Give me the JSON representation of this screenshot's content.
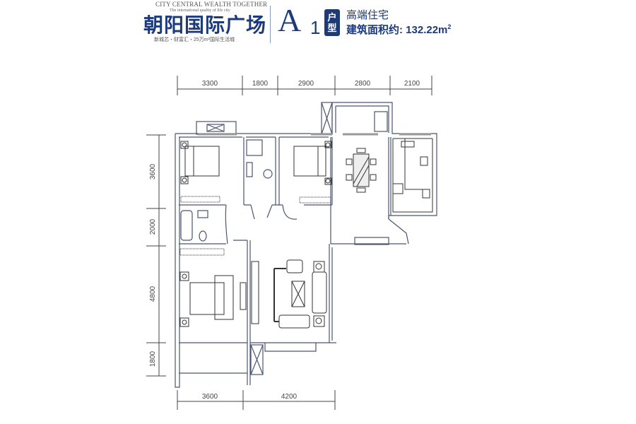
{
  "header": {
    "slogan_en": "CITY CENTRAL WEALTH TOGETHER",
    "subslogan_en": "The international quality of life city",
    "project_name": "朝阳国际广场",
    "tagline": "新城芯・财富汇・25万m²国际生活城",
    "unit_letter": "A",
    "unit_number": "1",
    "badge_top": "户",
    "badge_bottom": "型",
    "grade": "高端住宅",
    "area_label": "建筑面积约: 132.22m",
    "area_sup": "2"
  },
  "dimensions": {
    "top": [
      "3300",
      "1800",
      "2900",
      "2800",
      "2100"
    ],
    "left": [
      "3600",
      "2000",
      "4800",
      "1800"
    ],
    "bottom": [
      "3600",
      "4200"
    ]
  },
  "colors": {
    "brand": "#1d3a7a",
    "wall": "#4a5570"
  }
}
